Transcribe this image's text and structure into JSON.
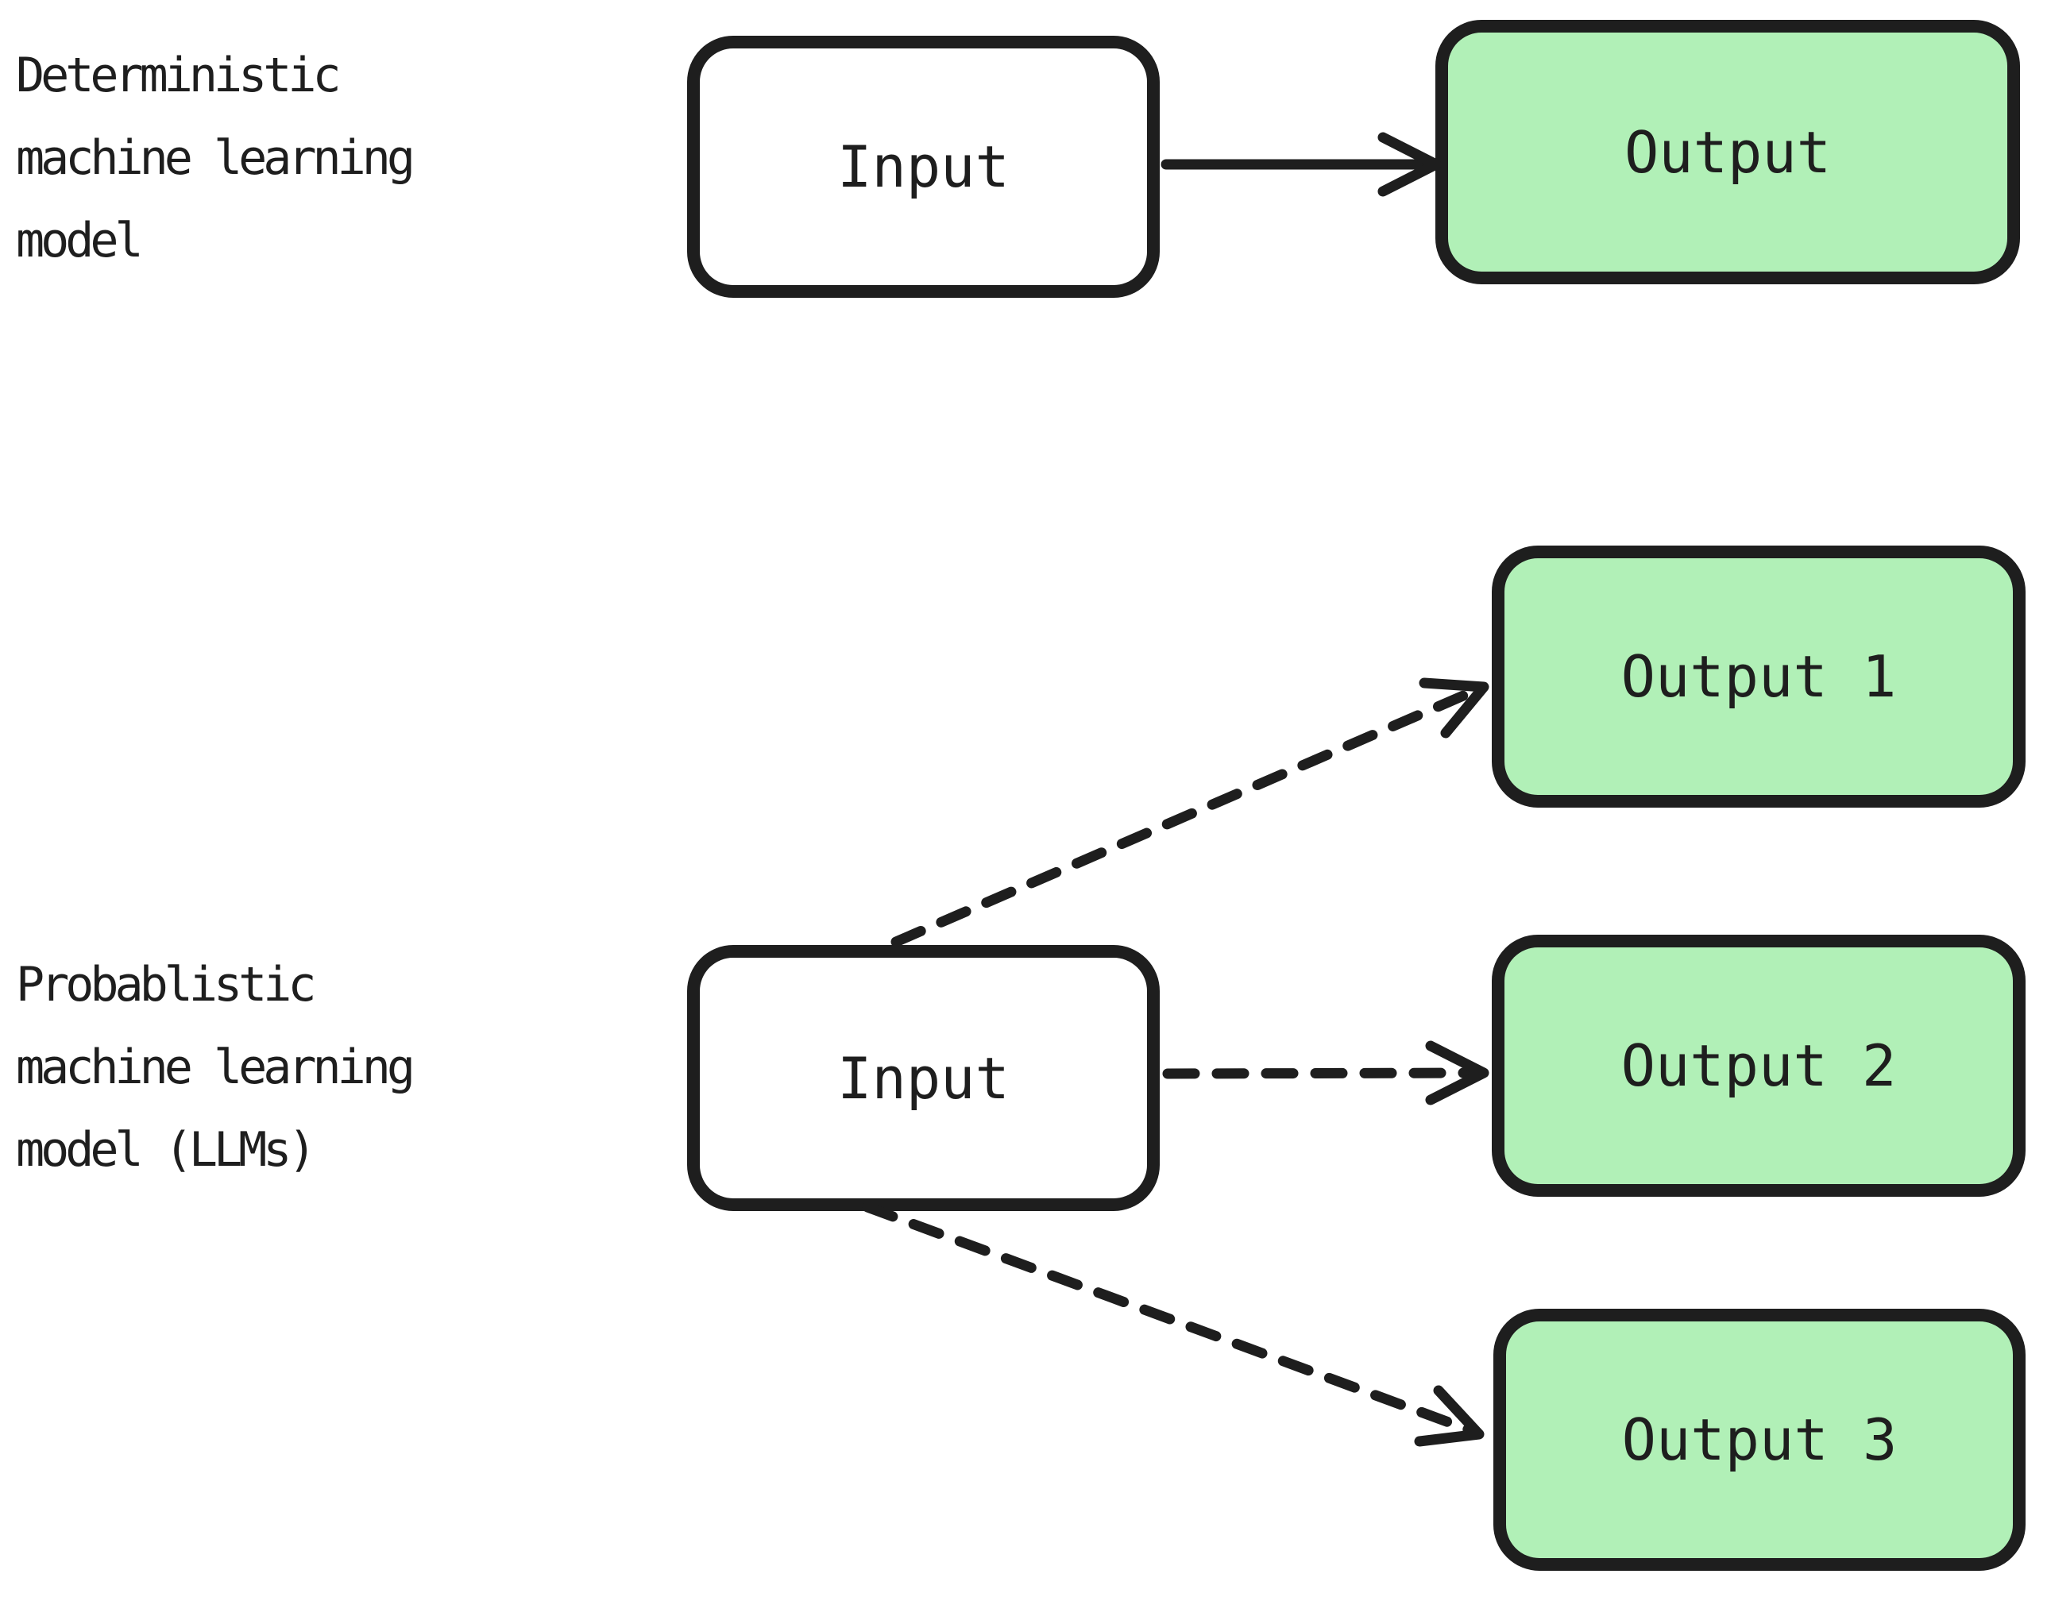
{
  "colors": {
    "stroke": "#1e1e1e",
    "output_fill": "#b1f0b7",
    "input_fill": "#ffffff",
    "background": "#ffffff"
  },
  "sections": {
    "deterministic": {
      "label_lines": [
        "Deterministic",
        "machine learning",
        "model"
      ],
      "input_label": "Input",
      "output_label": "Output"
    },
    "probabilistic": {
      "label_lines": [
        "Probablistic",
        "machine learning",
        "model (LLMs)"
      ],
      "input_label": "Input",
      "output_labels": [
        "Output 1",
        "Output 2",
        "Output 3"
      ]
    }
  }
}
